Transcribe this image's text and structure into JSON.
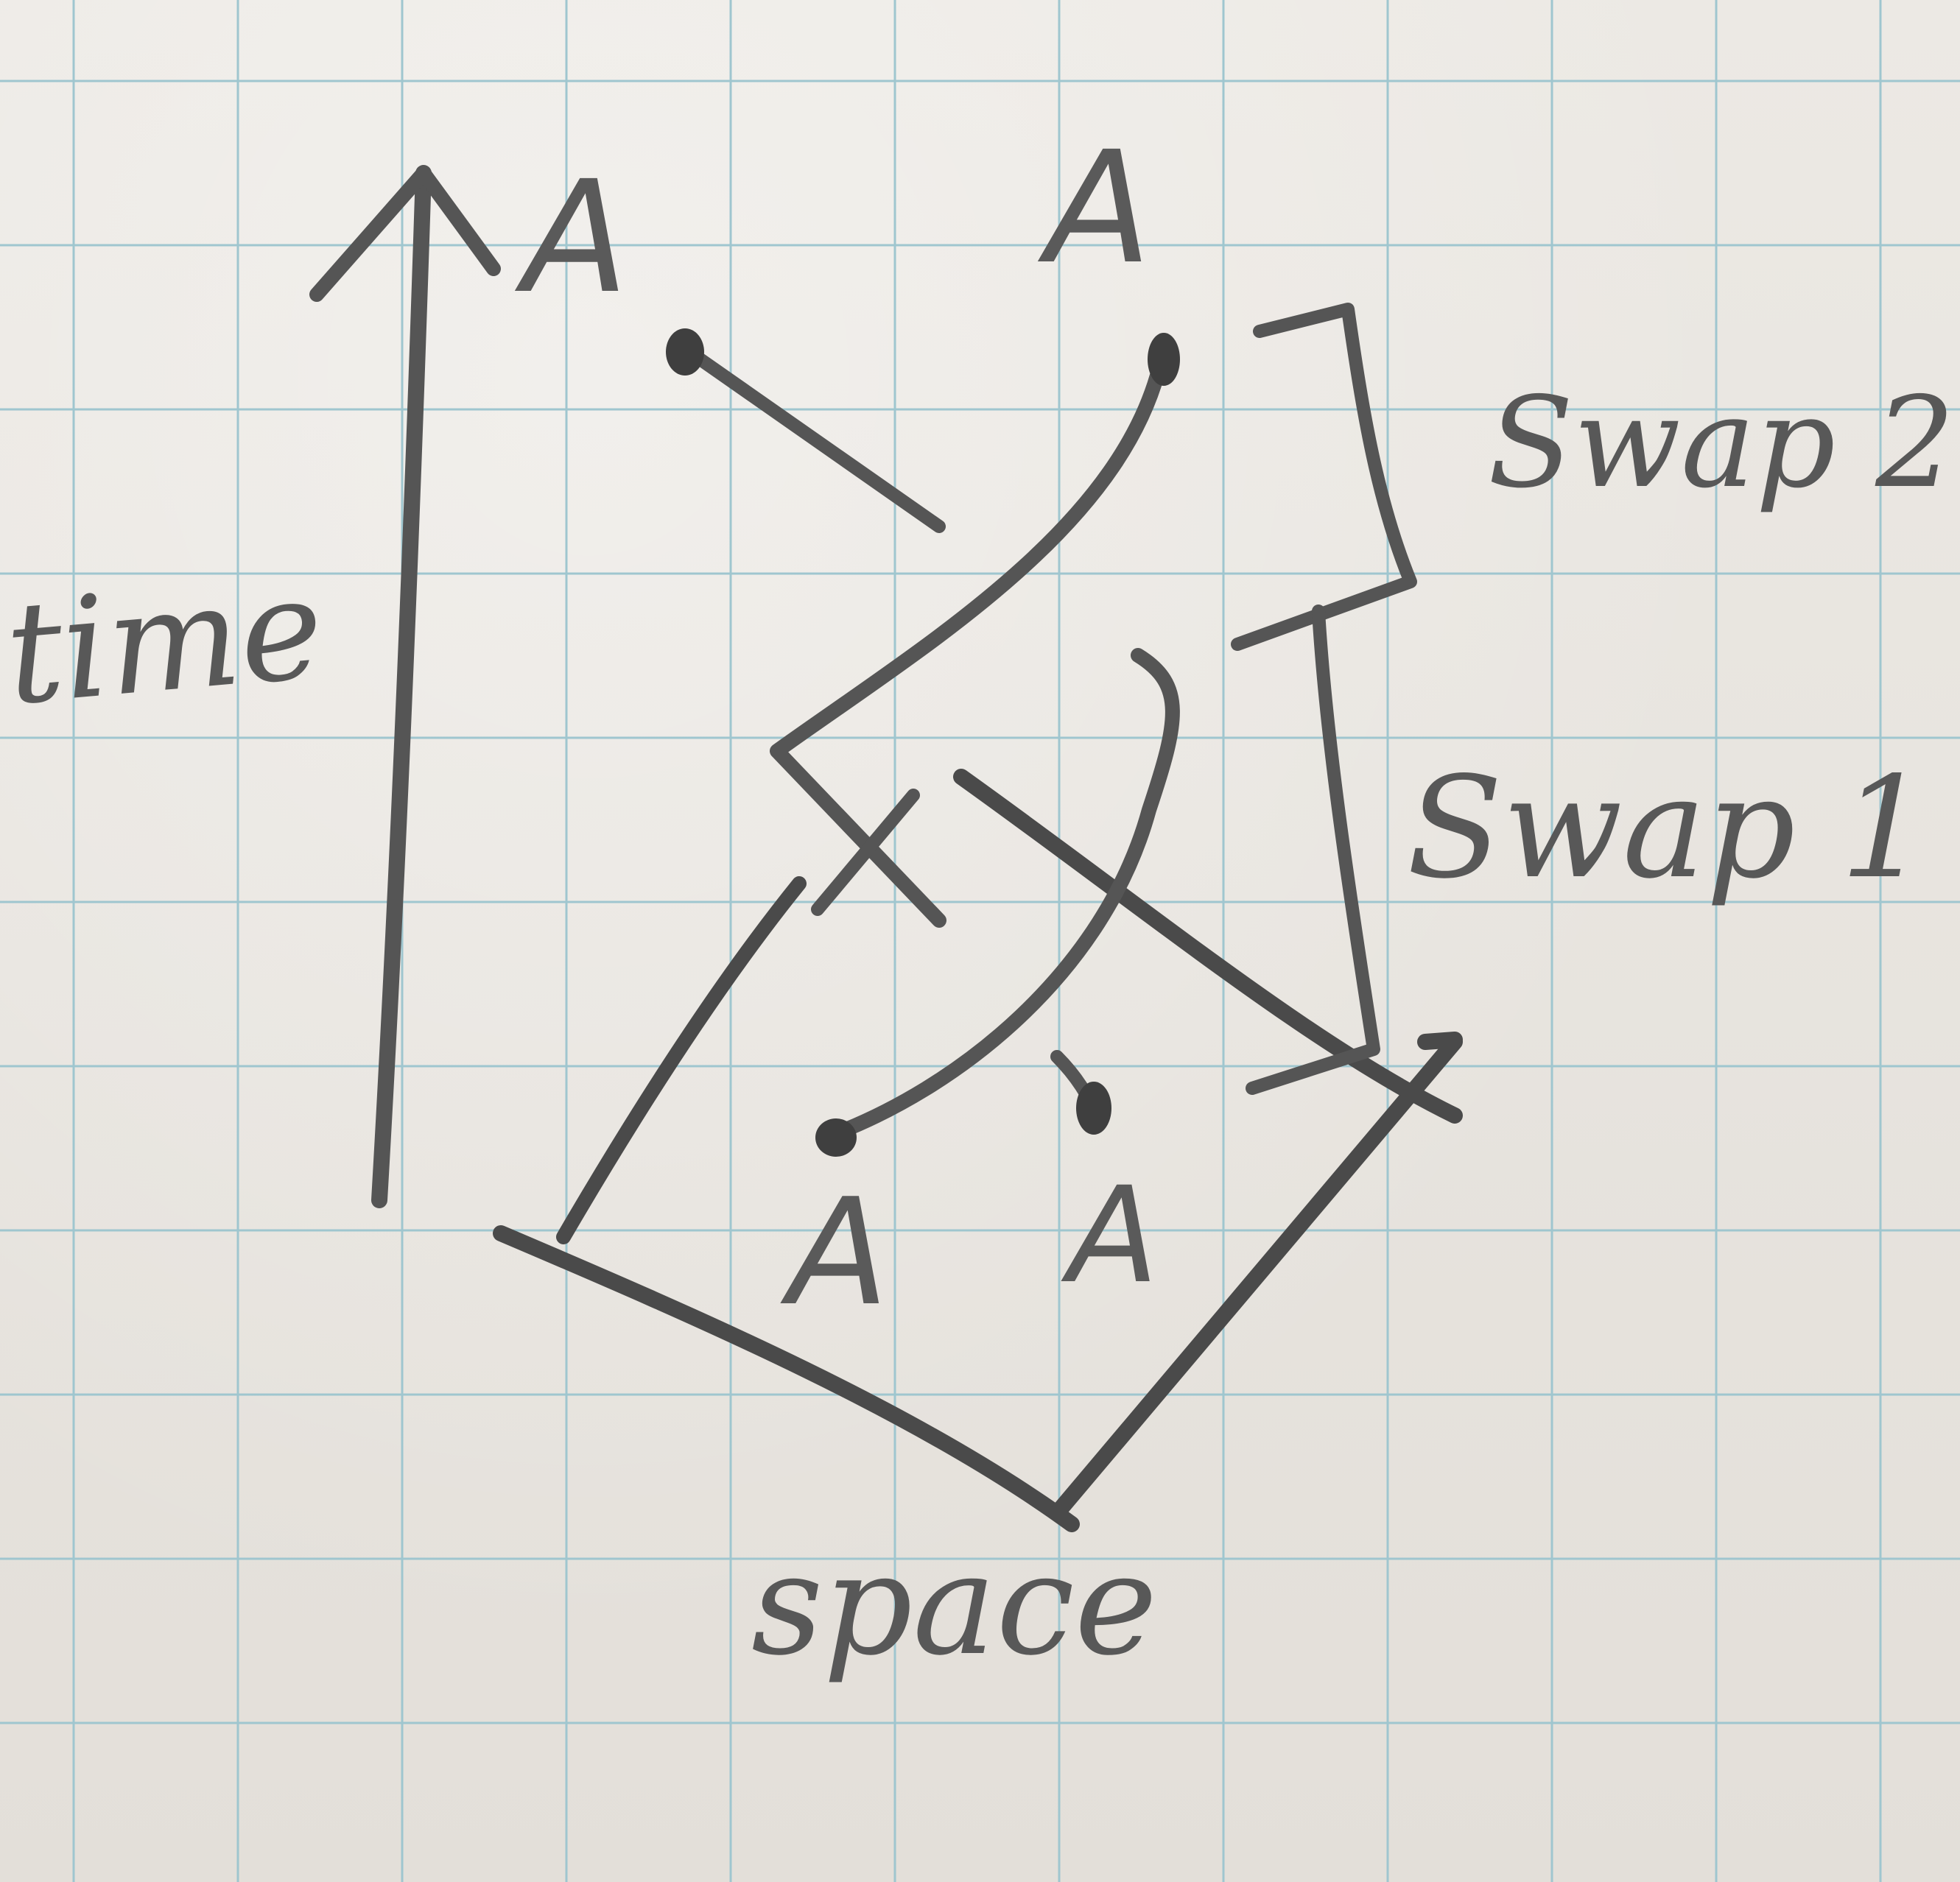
{
  "labels": {
    "time": "time",
    "space": "space",
    "swap_1": "Swap 1",
    "swap_2": "Swap 2",
    "particle": "A"
  },
  "colors": {
    "paper": "#e9e6e1",
    "grid": "#9fc6cf",
    "pencil": "#555555"
  }
}
